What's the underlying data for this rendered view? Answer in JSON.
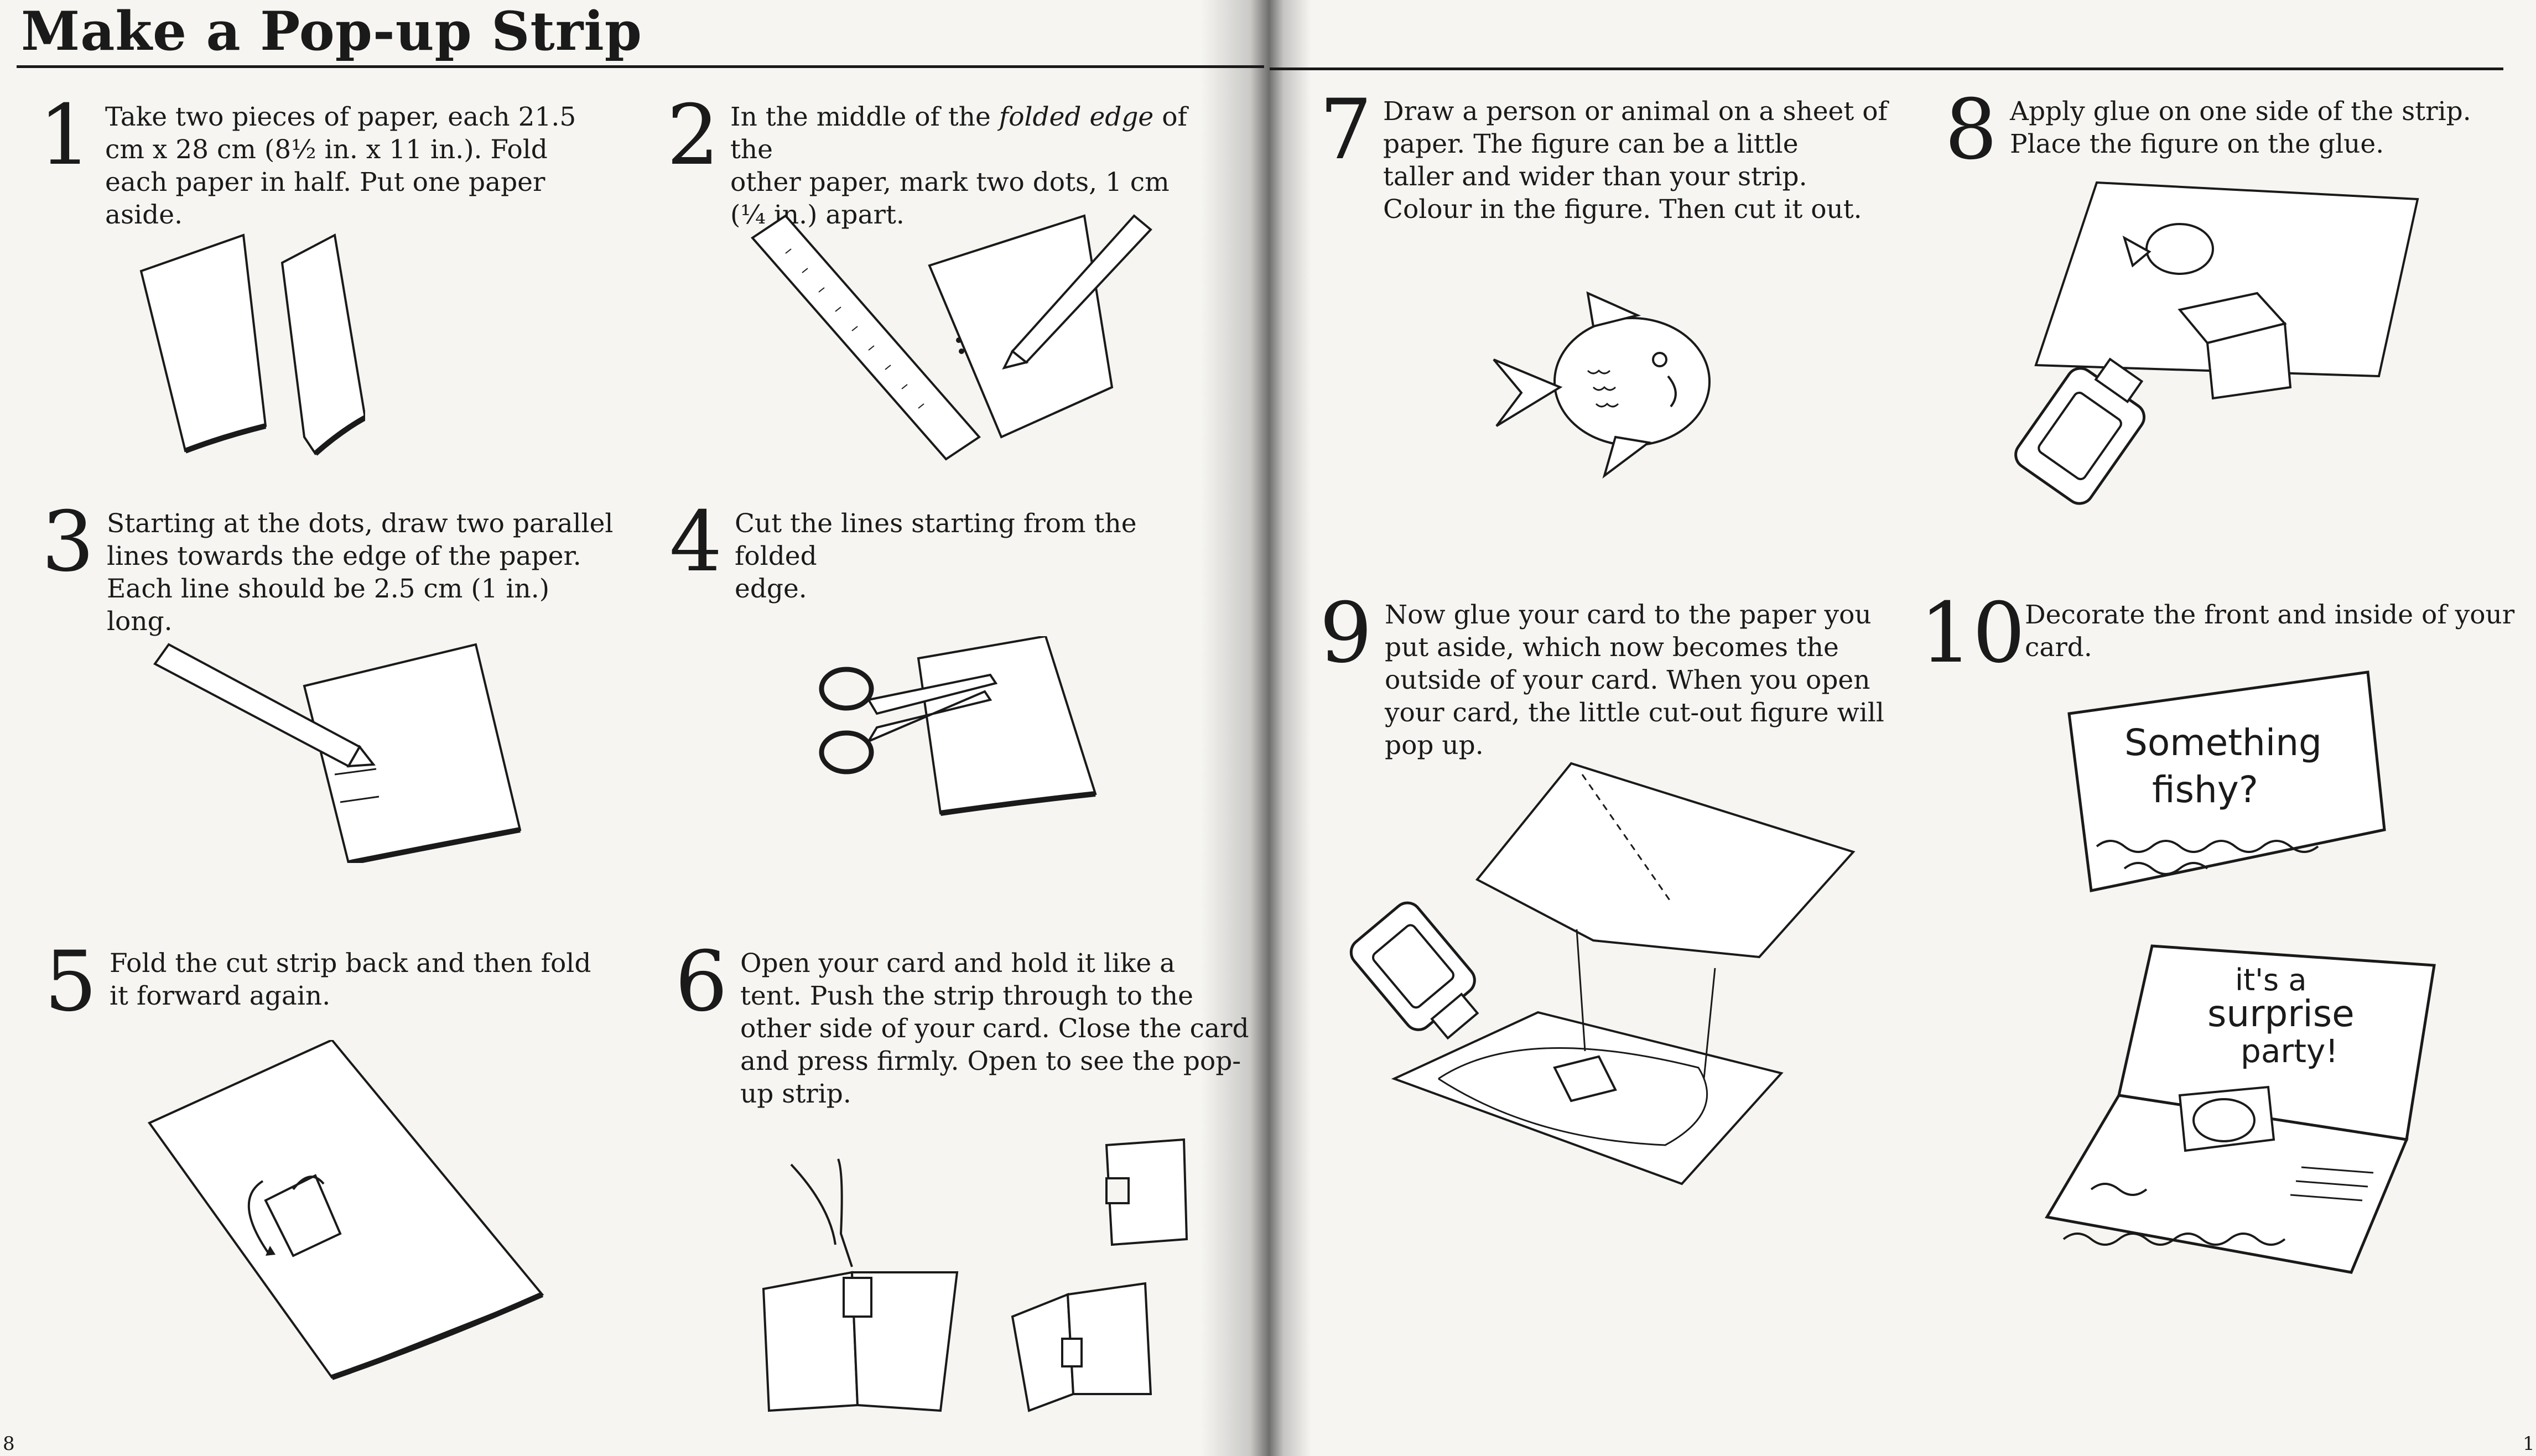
{
  "title": "Make a Pop-up Strip",
  "steps": [
    {
      "number": "1",
      "text": "Take two pieces of paper, each 21.5\ncm x 28 cm (8½ in. x 11 in.). Fold\neach paper in half. Put one paper\naside."
    },
    {
      "number": "2",
      "text_before": "In the middle of the ",
      "text_italic": "folded edge",
      "text_after": " of the\nother paper, mark two dots, 1 cm\n(¼ in.) apart."
    },
    {
      "number": "3",
      "text": "Starting at the dots, draw two parallel\nlines towards the edge of the paper.\nEach line should be 2.5 cm (1 in.)\nlong."
    },
    {
      "number": "4",
      "text": "Cut the lines starting from the folded\nedge."
    },
    {
      "number": "5",
      "text": "Fold the cut strip back and then fold\nit forward again."
    },
    {
      "number": "6",
      "text": "Open your card and hold it like a\ntent. Push the strip through to the\nother side of your card. Close the card\nand press firmly. Open to see the pop-\nup strip."
    },
    {
      "number": "7",
      "text": "Draw a person or animal on a sheet of\npaper. The figure can be a little\ntaller and wider than your strip.\nColour in the figure. Then cut it out."
    },
    {
      "number": "8",
      "text": "Apply glue on one side of the strip.\nPlace the figure on the glue."
    },
    {
      "number": "9",
      "text": "Now glue your card to the paper you\nput aside, which now becomes the\noutside of your card. When you open\nyour card, the little cut-out figure will\npop up."
    },
    {
      "number": "10",
      "text": "Decorate the front and inside of your\ncard."
    }
  ],
  "card_front": {
    "line1": "Something",
    "line2": "fishy?"
  },
  "card_inside": {
    "line1": "it's a",
    "line2": "surprise",
    "line3": "party!"
  },
  "page_numbers": {
    "left": "8",
    "right": "1"
  }
}
